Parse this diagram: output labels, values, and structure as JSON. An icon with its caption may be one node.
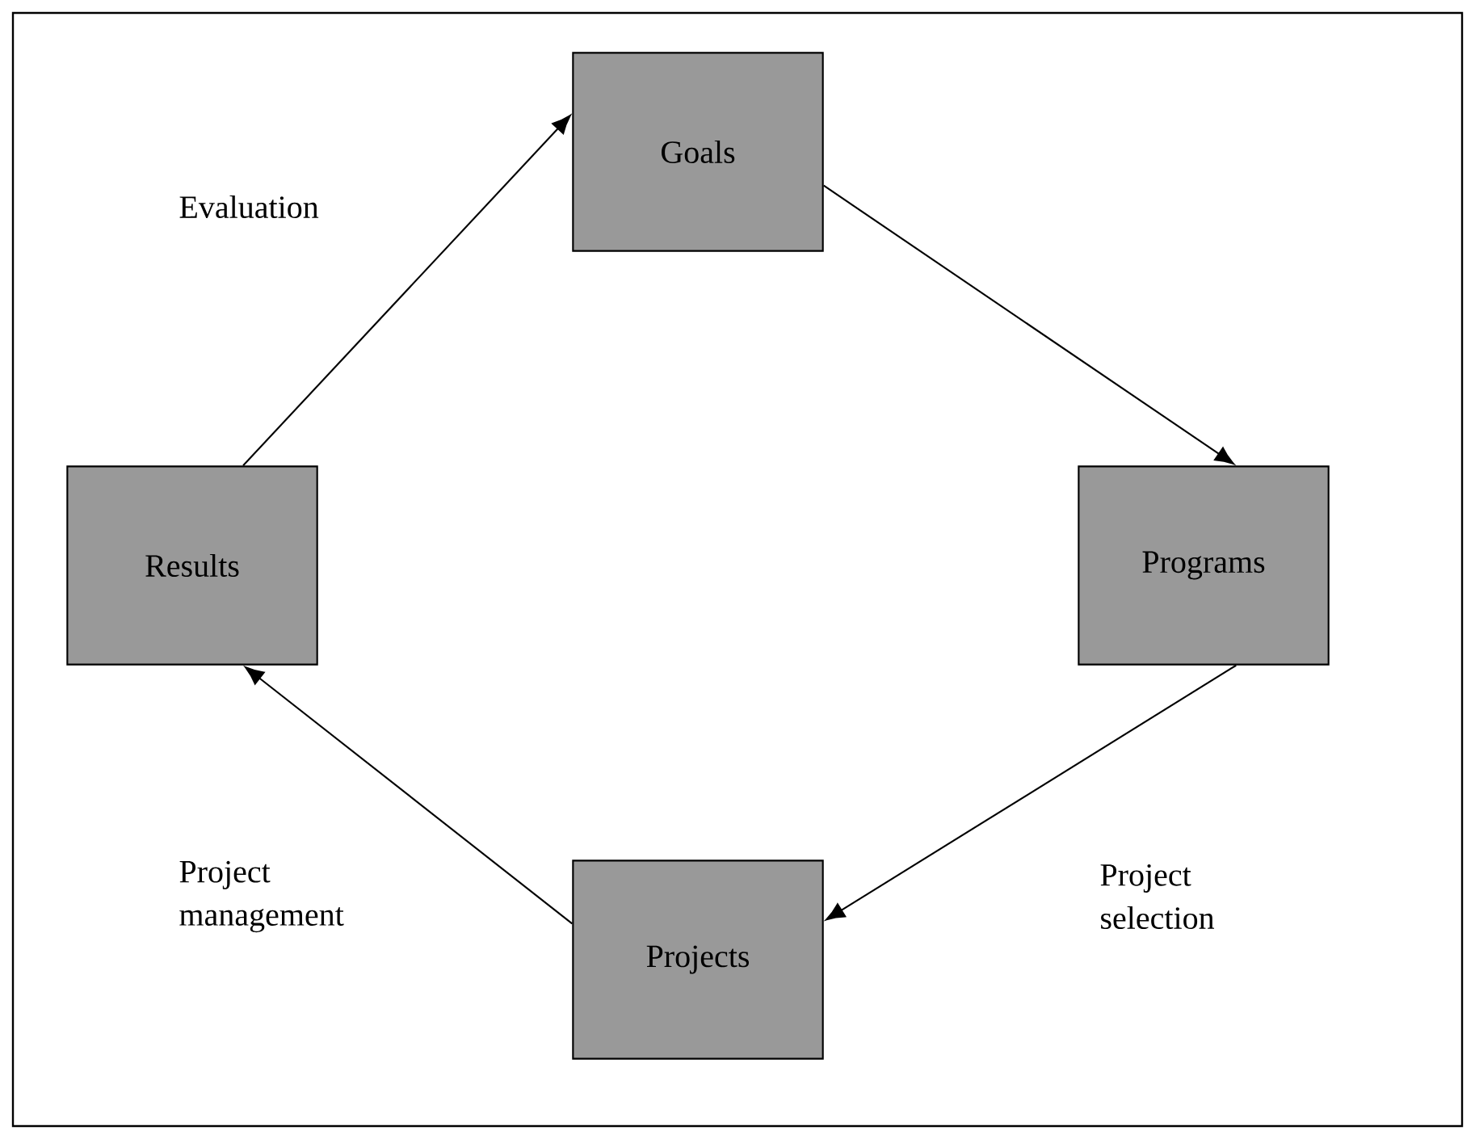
{
  "diagram": {
    "nodes": [
      {
        "text": [
          "Goals"
        ]
      },
      {
        "text": [
          "Programs"
        ]
      },
      {
        "text": [
          "Projects"
        ]
      },
      {
        "text": [
          "Results"
        ]
      }
    ],
    "edges": [
      {
        "from": 0,
        "to": 1,
        "arrow": "to"
      },
      {
        "from": 1,
        "to": 2,
        "arrow": "to",
        "label": "Project selection"
      },
      {
        "from": 2,
        "to": 3,
        "arrow": "to",
        "label": "Project management"
      },
      {
        "from": 3,
        "to": 0,
        "arrow": "to",
        "label": "Evaluation"
      }
    ]
  }
}
